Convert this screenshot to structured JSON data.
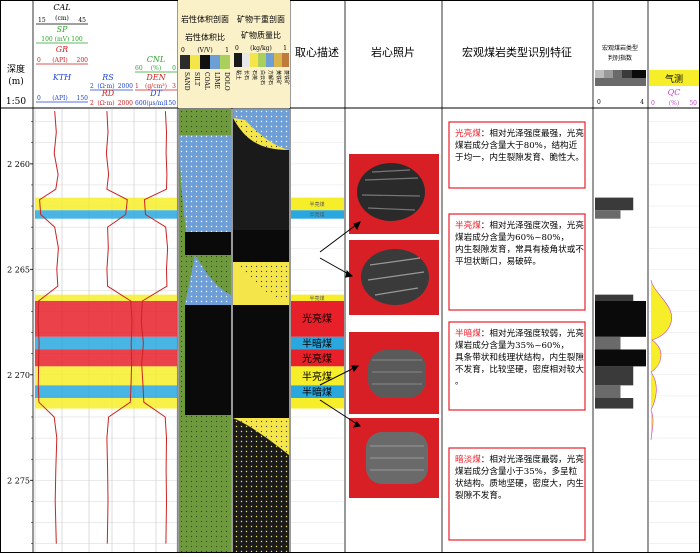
{
  "depth_track": {
    "title_line1": "深度",
    "title_line2": "(m)",
    "scale": "1:50",
    "depth_labels": [
      "2 260",
      "2 265",
      "2 270",
      "2 275"
    ]
  },
  "curve_track": {
    "cal": {
      "name": "CAL",
      "unit": "(cm)",
      "min": "15",
      "max": "45",
      "color": "#000000"
    },
    "sp": {
      "name": "SP",
      "unit": "100 (mV) 100",
      "color": "#2aa52a"
    },
    "gr": {
      "name": "GR",
      "left": "0",
      "unit": "(API)",
      "right": "200",
      "color": "#cc2222"
    },
    "kth": {
      "name": "KTH",
      "left": "0",
      "unit": "(API)",
      "right": "150",
      "color": "#2244cc"
    },
    "rs": {
      "name": "RS",
      "left": "2",
      "unit": "(Ω·m)",
      "right": "2000",
      "color": "#2244cc"
    },
    "rd": {
      "name": "RD",
      "left": "2",
      "unit": "(Ω·m)",
      "right": "2000",
      "color": "#cc2222"
    },
    "cnl": {
      "name": "CNL",
      "left": "60",
      "unit": "(%)",
      "right": "0",
      "color": "#2aa52a"
    },
    "den": {
      "name": "DEN",
      "left": "1",
      "unit": "(g/cm³)",
      "right": "3",
      "color": "#cc2222"
    },
    "dt": {
      "name": "DT",
      "left": "600",
      "unit": "(μs/m)",
      "right": "150",
      "color": "#2244cc"
    }
  },
  "lith_volume": {
    "title": "岩性体积剖面",
    "sub": "岩性体积比",
    "unit": "(V/V)",
    "min": "0",
    "max": "1",
    "legend": [
      "SAND",
      "SILT",
      "COAL",
      "LIME",
      "DOLO"
    ]
  },
  "mineral_weight": {
    "title": "矿物干重剖面",
    "sub": "矿物质量比",
    "unit": "(kg/kg)",
    "min": "0",
    "max": "1",
    "legend": [
      "黏土",
      "长石",
      "石英",
      "白云石",
      "方解石",
      "黄铁矿",
      "菱铁矿"
    ]
  },
  "core_desc": {
    "title": "取心描述",
    "labels": [
      "半亮煤",
      "半亮煤",
      "半暗煤",
      "光亮煤",
      "半暗煤",
      "光亮煤",
      "半亮煤",
      "半暗煤"
    ]
  },
  "core_photo": {
    "title": "岩心照片"
  },
  "features": {
    "title": "宏观煤岩类型识别特征",
    "items": [
      {
        "type": "光亮煤",
        "text": "：相对光泽强度最强，光亮煤岩成分含量大于80%，结构近于均一，内生裂隙发育、脆性大。"
      },
      {
        "type": "半亮煤",
        "text": "：相对光泽强度次强，光亮煤岩成分含量为60%~80%，内生裂隙发育，常具有棱角状或不平坦状断口，易破碎。"
      },
      {
        "type": "半暗煤",
        "text": "：相对光泽强度较弱，光亮煤岩成分含量为35%~60%，具条带状和线理状结构，内生裂隙不发育，比较坚硬，密度相对较大。"
      },
      {
        "type": "暗淡煤",
        "text": "：相对光泽强度最弱，光亮煤岩成分含量小于35%，多呈粒状结构。质地坚硬，密度大，内生裂隙不发育。"
      }
    ]
  },
  "index_track": {
    "title_line1": "宏观煤岩类型",
    "title_line2": "判别指数",
    "min": "0",
    "max": "4"
  },
  "gas_track": {
    "title": "气测",
    "curve": "QC",
    "min": "0",
    "unit": "(%)",
    "max": "50"
  },
  "colors": {
    "bright_coal": "#e8202a",
    "semi_bright": "#f7ee2a",
    "semi_dark": "#29a8e0",
    "dull": "#9a9a9a",
    "coal_black": "#0a0a0a",
    "silt_blue": "#6e9ed6",
    "sand_yellow": "#f4e64a"
  },
  "chart_data": {
    "type": "line",
    "title": "",
    "xlabel": "",
    "ylabel": "深度 (m)",
    "ylim": [
      2257.4,
      2278.4
    ],
    "depth_ticks": [
      2260,
      2265,
      2270,
      2275
    ],
    "coal_intervals": [
      {
        "top": 2261.6,
        "bottom": 2262.2,
        "type": "半亮煤"
      },
      {
        "top": 2262.2,
        "bottom": 2262.6,
        "type": "半暗煤"
      },
      {
        "top": 2266.2,
        "bottom": 2266.5,
        "type": "半亮煤"
      },
      {
        "top": 2266.5,
        "bottom": 2268.2,
        "type": "光亮煤"
      },
      {
        "top": 2268.2,
        "bottom": 2268.8,
        "type": "半暗煤"
      },
      {
        "top": 2268.8,
        "bottom": 2269.6,
        "type": "光亮煤"
      },
      {
        "top": 2269.6,
        "bottom": 2270.5,
        "type": "半亮煤"
      },
      {
        "top": 2270.5,
        "bottom": 2271.1,
        "type": "半暗煤"
      },
      {
        "top": 2271.1,
        "bottom": 2271.6,
        "type": "半亮煤"
      }
    ],
    "series": [
      {
        "name": "GR",
        "depth": [
          2257.5,
          2258.5,
          2259.5,
          2260.5,
          2261.2,
          2261.7,
          2262.4,
          2263.0,
          2264.0,
          2265.0,
          2265.8,
          2266.5,
          2267.5,
          2268.5,
          2269.5,
          2270.5,
          2271.3,
          2272.0,
          2273.0,
          2274.5,
          2276.0,
          2278.0
        ],
        "values": [
          72,
          78,
          70,
          85,
          76,
          14,
          18,
          72,
          86,
          80,
          84,
          10,
          8,
          12,
          10,
          9,
          11,
          70,
          80,
          76,
          74,
          78
        ]
      },
      {
        "name": "RD",
        "depth": [
          2257.5,
          2258.5,
          2259.5,
          2260.5,
          2261.2,
          2261.7,
          2262.4,
          2263.0,
          2264.0,
          2265.0,
          2265.8,
          2266.5,
          2267.5,
          2268.5,
          2269.5,
          2270.5,
          2271.3,
          2272.0,
          2273.0,
          2274.5,
          2276.0,
          2278.0
        ],
        "values": [
          30,
          36,
          28,
          40,
          30,
          800,
          620,
          34,
          38,
          30,
          34,
          1400,
          1700,
          1500,
          1600,
          1450,
          1300,
          40,
          30,
          34,
          36,
          32
        ]
      },
      {
        "name": "DEN",
        "depth": [
          2257.5,
          2258.5,
          2259.5,
          2260.5,
          2261.2,
          2261.7,
          2262.4,
          2263.0,
          2264.0,
          2265.0,
          2265.8,
          2266.5,
          2267.5,
          2268.5,
          2269.5,
          2270.5,
          2271.3,
          2272.0,
          2273.0,
          2274.5,
          2276.0,
          2278.0
        ],
        "values": [
          2.45,
          2.5,
          2.48,
          2.52,
          2.5,
          1.45,
          1.5,
          2.46,
          2.55,
          2.5,
          2.52,
          1.35,
          1.3,
          1.4,
          1.32,
          1.38,
          1.42,
          2.44,
          2.5,
          2.48,
          2.5,
          2.47
        ]
      }
    ]
  }
}
